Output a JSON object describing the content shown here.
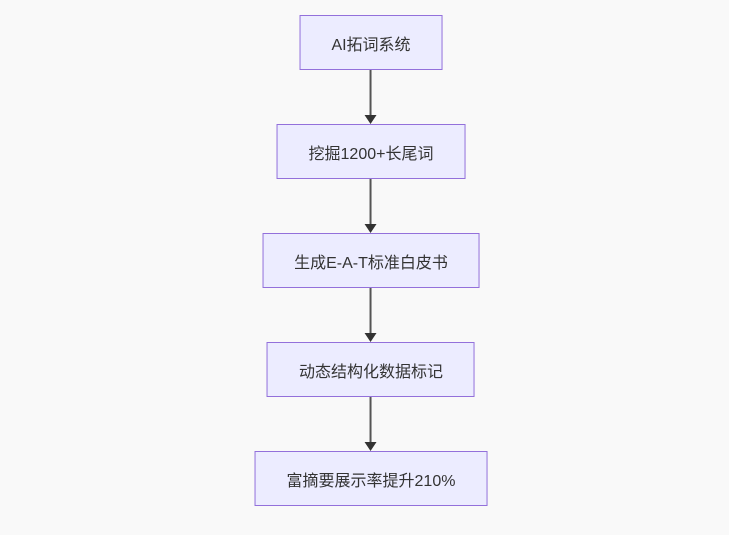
{
  "diagram": {
    "type": "flowchart",
    "direction": "top-down",
    "colors": {
      "background": "#f9f9f9",
      "node_fill": "#ECECFF",
      "node_border": "#9370DB",
      "node_text": "#333333",
      "arrow_line": "#555555",
      "arrow_head": "#333333"
    },
    "nodes": [
      {
        "id": "n1",
        "label": "AI拓词系统"
      },
      {
        "id": "n2",
        "label": "挖掘1200+长尾词"
      },
      {
        "id": "n3",
        "label": "生成E-A-T标准白皮书"
      },
      {
        "id": "n4",
        "label": "动态结构化数据标记"
      },
      {
        "id": "n5",
        "label": "富摘要展示率提升210%"
      }
    ],
    "edges": [
      {
        "from": "n1",
        "to": "n2"
      },
      {
        "from": "n2",
        "to": "n3"
      },
      {
        "from": "n3",
        "to": "n4"
      },
      {
        "from": "n4",
        "to": "n5"
      }
    ]
  }
}
